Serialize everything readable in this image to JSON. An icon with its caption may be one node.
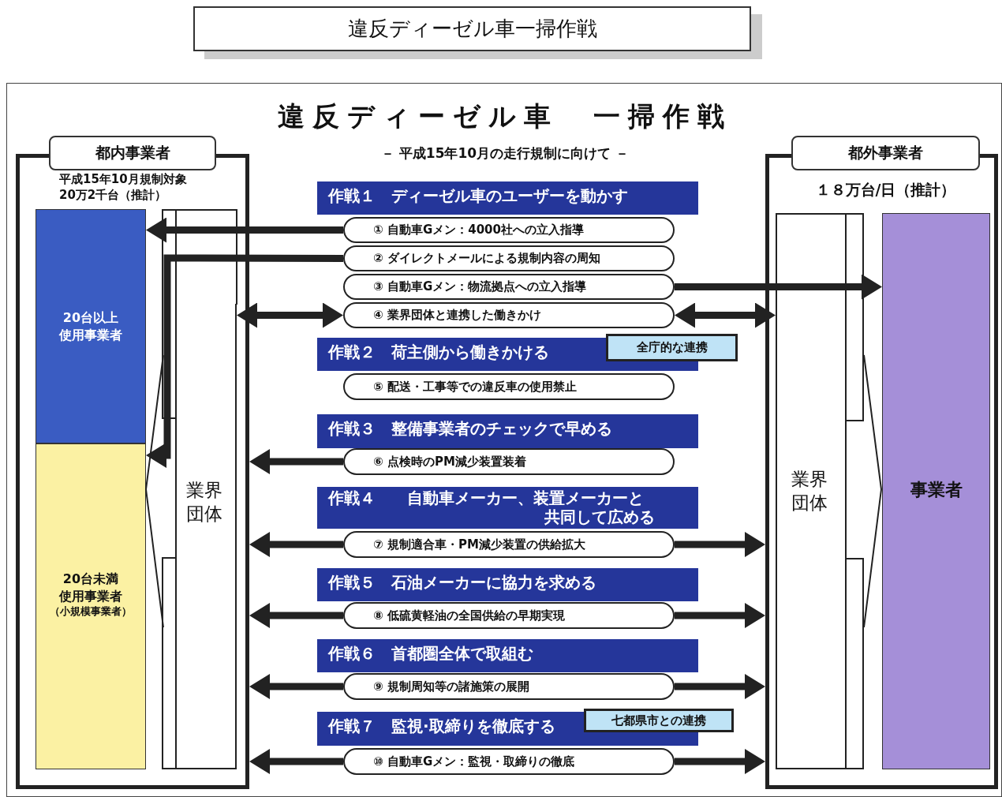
{
  "diagram": {
    "title": "違反ディーゼル車　一掃作戦",
    "nodes": [
      {
        "text": [
          "違反ディーゼル車一掃作戦"
        ]
      },
      {
        "text": [
          "都内事業者",
          "平成15年10月規制対象20万2千台（推計）"
        ]
      },
      {
        "text": [
          "20台以上使用事業者"
        ],
        "in": 1
      },
      {
        "text": [
          "20台未満使用事業者",
          "（小規模事業者）"
        ],
        "in": 1
      },
      {
        "text": [
          "業界団体"
        ],
        "in": 1
      },
      {
        "text": [
          "都外事業者",
          "１８万台/日（推計）"
        ]
      },
      {
        "text": [
          "業界団体"
        ],
        "in": 5
      },
      {
        "text": [
          "事業者"
        ],
        "in": 5
      },
      {
        "text": [
          "作戦１　ディーゼル車のユーザーを動かす"
        ]
      },
      {
        "text": [
          "① 自動車Gメン：4000社への立入指導"
        ]
      },
      {
        "text": [
          "② ダイレクトメールによる規制内容の周知"
        ]
      },
      {
        "text": [
          "③ 自動車Gメン：物流拠点への立入指導"
        ]
      },
      {
        "text": [
          "④ 業界団体と連携した働きかけ"
        ]
      },
      {
        "text": [
          "作戦２　荷主側から働きかける"
        ]
      },
      {
        "text": [
          "全庁的な連携"
        ]
      },
      {
        "text": [
          "⑤ 配送・工事等での違反車の使用禁止"
        ]
      },
      {
        "text": [
          "作戦３　整備事業者のチェックで早める"
        ]
      },
      {
        "text": [
          "⑥ 点検時のPM減少装置装着"
        ]
      },
      {
        "text": [
          "作戦４　　自動車メーカー、装置メーカーと共同して広める"
        ]
      },
      {
        "text": [
          "⑦ 規制適合車・PM減少装置の供給拡大"
        ]
      },
      {
        "text": [
          "作戦５　石油メーカーに協力を求める"
        ]
      },
      {
        "text": [
          "⑧ 低硫黄軽油の全国供給の早期実現"
        ]
      },
      {
        "text": [
          "作戦６　首都圏全体で取組む"
        ]
      },
      {
        "text": [
          "⑨ 規制周知等の諸施策の展開"
        ]
      },
      {
        "text": [
          "作戦７　監視·取締りを徹底する"
        ]
      },
      {
        "text": [
          "七都県市との連携"
        ]
      },
      {
        "text": [
          "⑩ 自動車Gメン：監視・取締りの徹底"
        ]
      }
    ],
    "edges": [
      {
        "from": 9,
        "to": 2,
        "arrow": "to"
      },
      {
        "from": 10,
        "to": 3,
        "arrow": "to"
      },
      {
        "from": 11,
        "to": 7,
        "arrow": "to"
      },
      {
        "from": 12,
        "to": 4,
        "arrow": "both"
      },
      {
        "from": 12,
        "to": 6,
        "arrow": "both"
      },
      {
        "from": 17,
        "to": 1,
        "arrow": "to"
      },
      {
        "from": 19,
        "to": 1,
        "arrow": "to"
      },
      {
        "from": 19,
        "to": 5,
        "arrow": "to"
      },
      {
        "from": 21,
        "to": 1,
        "arrow": "to"
      },
      {
        "from": 21,
        "to": 5,
        "arrow": "to"
      },
      {
        "from": 23,
        "to": 1,
        "arrow": "to"
      },
      {
        "from": 23,
        "to": 5,
        "arrow": "to"
      },
      {
        "from": 26,
        "to": 1,
        "arrow": "to"
      },
      {
        "from": 26,
        "to": 5,
        "arrow": "to"
      }
    ],
    "labels": [
      "－ 平成15年10月の走行規制に向けて －"
    ]
  }
}
